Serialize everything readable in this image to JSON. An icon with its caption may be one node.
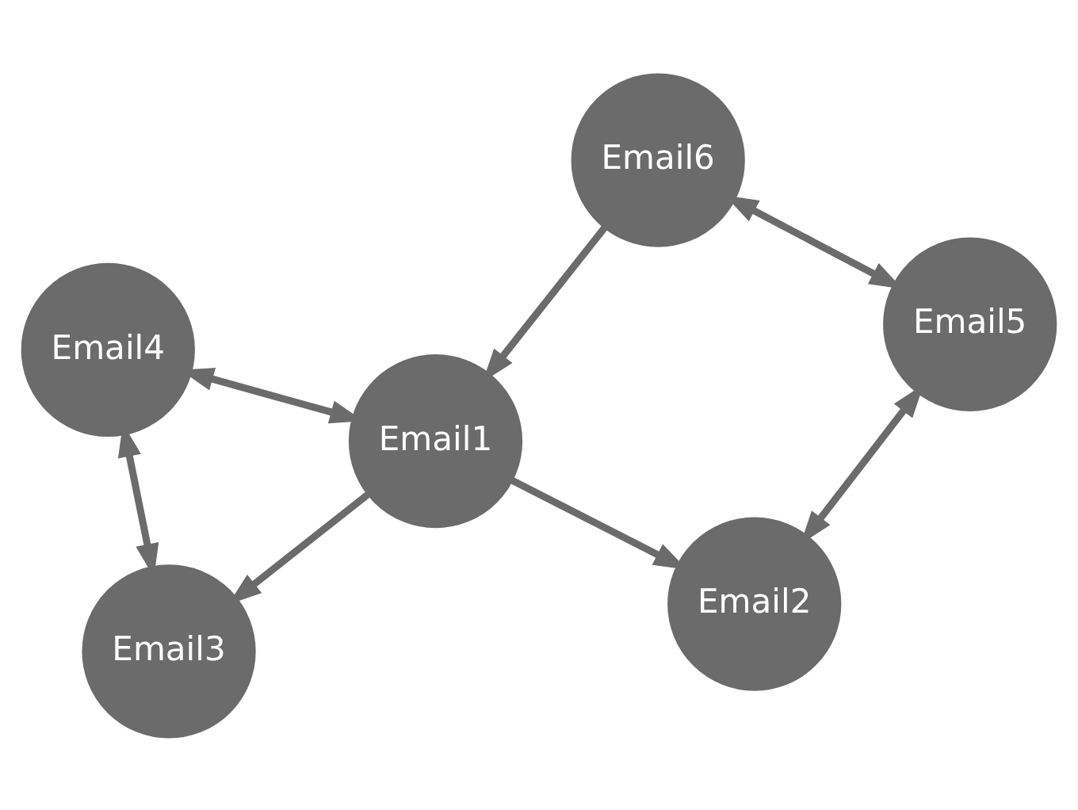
{
  "diagram": {
    "nodes": [
      {
        "text": [
          "Email3"
        ]
      },
      {
        "text": [
          "Email2"
        ]
      },
      {
        "text": [
          "Email1"
        ]
      },
      {
        "text": [
          "Email4"
        ]
      },
      {
        "text": [
          "Email5"
        ]
      },
      {
        "text": [
          "Email6"
        ]
      }
    ],
    "edges": [
      {
        "from": 2,
        "to": 0,
        "arrow": "to"
      },
      {
        "from": 2,
        "to": 1,
        "arrow": "to"
      },
      {
        "from": 0,
        "to": 3,
        "arrow": "both"
      },
      {
        "from": 3,
        "to": 2,
        "arrow": "both"
      },
      {
        "from": 1,
        "to": 4,
        "arrow": "both"
      },
      {
        "from": 5,
        "to": 2,
        "arrow": "to"
      },
      {
        "from": 5,
        "to": 4,
        "arrow": "both"
      }
    ]
  }
}
